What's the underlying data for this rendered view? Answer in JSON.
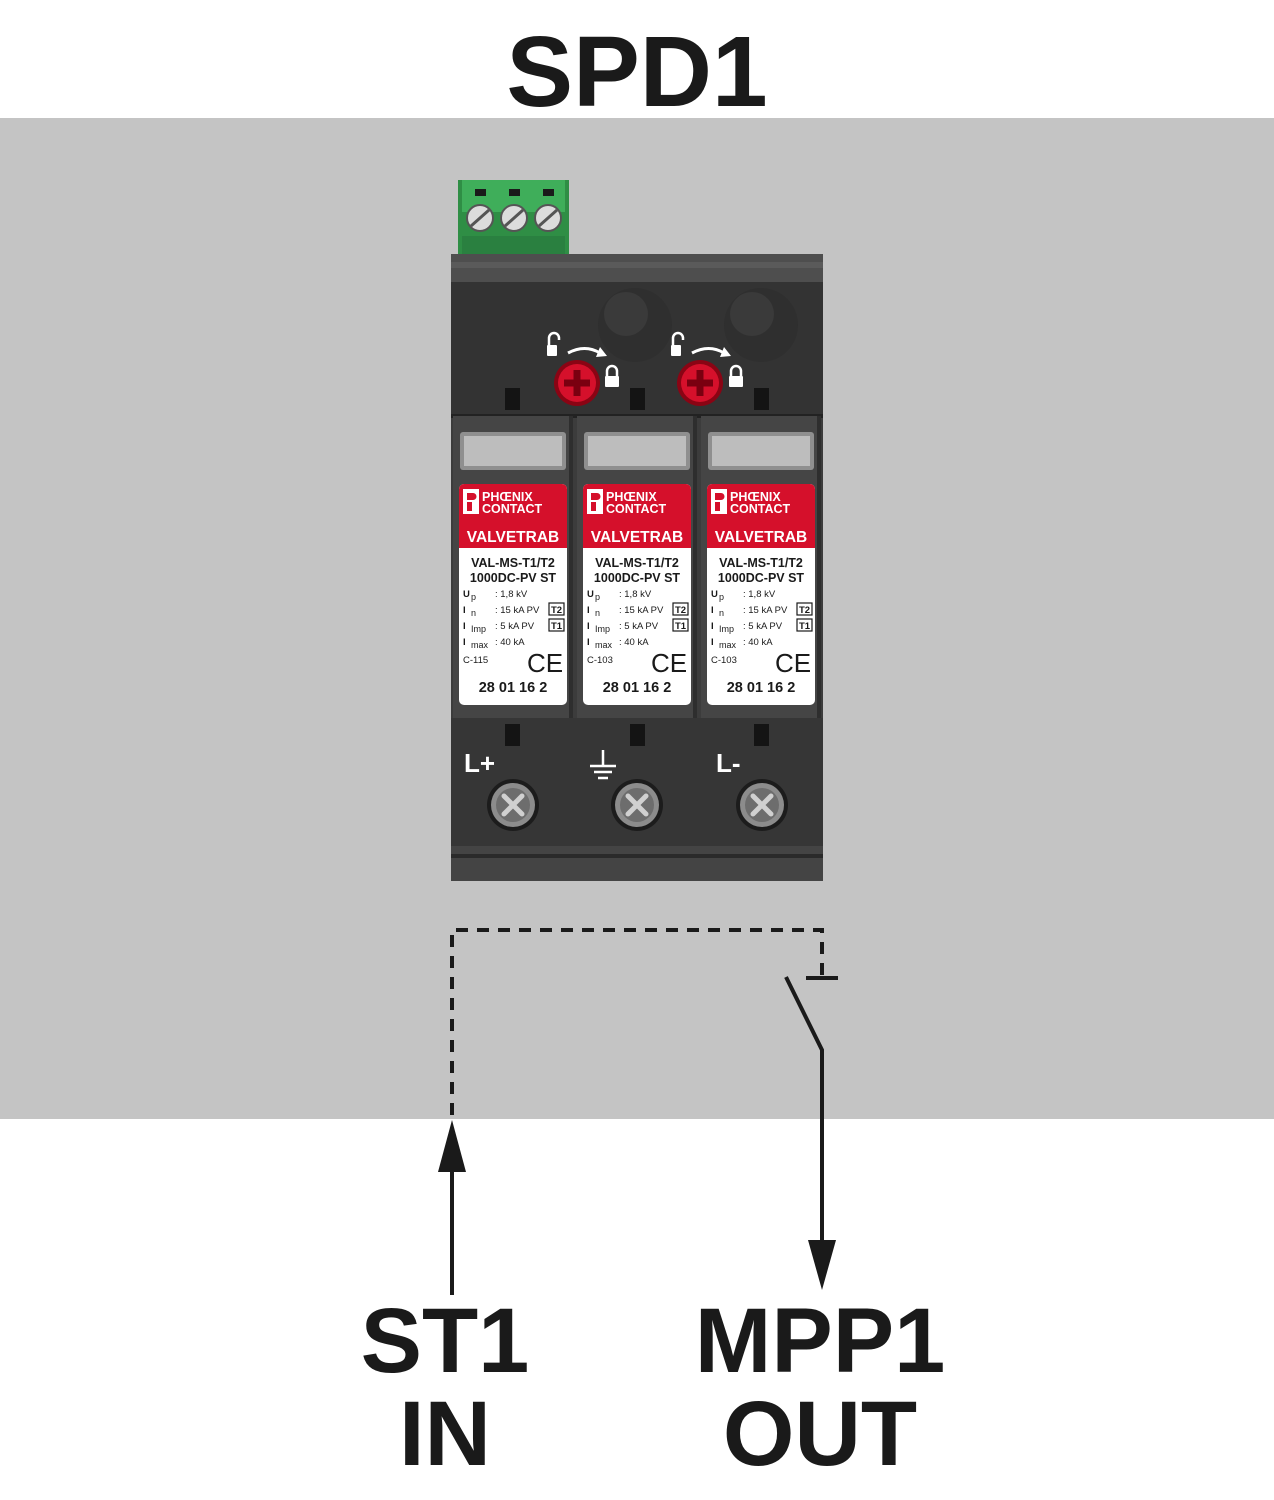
{
  "title": "SPD1",
  "colors": {
    "background_panel": "#c4c4c4",
    "device_body": "#3c3c3c",
    "device_dark": "#2a2a2a",
    "brand_red": "#d5102b",
    "remote_contact_green": "#3fae5a",
    "label_text": "#1a1a1a"
  },
  "device": {
    "modules": [
      {
        "brand_line1": "PHŒNIX",
        "brand_line2": "CONTACT",
        "product_line": "VALVETRAB",
        "model_line1": "VAL-MS-T1/T2",
        "model_line2": "1000DC-PV ST",
        "spec_up_symbol": "U",
        "spec_up_sub": "p",
        "spec_up_value": ": 1,8 kV",
        "spec_in_symbol": "I",
        "spec_in_sub": "n",
        "spec_in_value": ": 15 kA PV",
        "spec_in_class": "T2",
        "spec_imp_symbol": "I",
        "spec_imp_sub": "Imp",
        "spec_imp_value": ": 5   kA PV",
        "spec_imp_class": "T1",
        "spec_max_symbol": "I",
        "spec_max_sub": "max",
        "spec_max_value": ": 40 kA",
        "cert_code": "C-115",
        "ce_mark": "CE",
        "article_number": "28 01 16 2"
      },
      {
        "brand_line1": "PHŒNIX",
        "brand_line2": "CONTACT",
        "product_line": "VALVETRAB",
        "model_line1": "VAL-MS-T1/T2",
        "model_line2": "1000DC-PV ST",
        "spec_up_symbol": "U",
        "spec_up_sub": "p",
        "spec_up_value": ": 1,8 kV",
        "spec_in_symbol": "I",
        "spec_in_sub": "n",
        "spec_in_value": ": 15 kA PV",
        "spec_in_class": "T2",
        "spec_imp_symbol": "I",
        "spec_imp_sub": "Imp",
        "spec_imp_value": ": 5   kA PV",
        "spec_imp_class": "T1",
        "spec_max_symbol": "I",
        "spec_max_sub": "max",
        "spec_max_value": ": 40 kA",
        "cert_code": "C-103",
        "ce_mark": "CE",
        "article_number": "28 01 16 2"
      },
      {
        "brand_line1": "PHŒNIX",
        "brand_line2": "CONTACT",
        "product_line": "VALVETRAB",
        "model_line1": "VAL-MS-T1/T2",
        "model_line2": "1000DC-PV ST",
        "spec_up_symbol": "U",
        "spec_up_sub": "p",
        "spec_up_value": ": 1,8 kV",
        "spec_in_symbol": "I",
        "spec_in_sub": "n",
        "spec_in_value": ": 15 kA PV",
        "spec_in_class": "T2",
        "spec_imp_symbol": "I",
        "spec_imp_sub": "Imp",
        "spec_imp_value": ": 5   kA PV",
        "spec_imp_class": "T1",
        "spec_max_symbol": "I",
        "spec_max_sub": "max",
        "spec_max_value": ": 40 kA",
        "cert_code": "C-103",
        "ce_mark": "CE",
        "article_number": "28 01 16 2"
      }
    ],
    "terminals": {
      "left_label": "L+",
      "middle_symbol": "ground-icon",
      "right_label": "L-"
    },
    "icons": [
      "unlock-icon",
      "lock-icon",
      "arrow-right-icon",
      "locking-screw-icon",
      "screw-terminal-icon",
      "status-indicator-icon"
    ]
  },
  "wiring": {
    "input_label_line1": "ST1",
    "input_label_line2": "IN",
    "output_label_line1": "MPP1",
    "output_label_line2": "OUT"
  }
}
